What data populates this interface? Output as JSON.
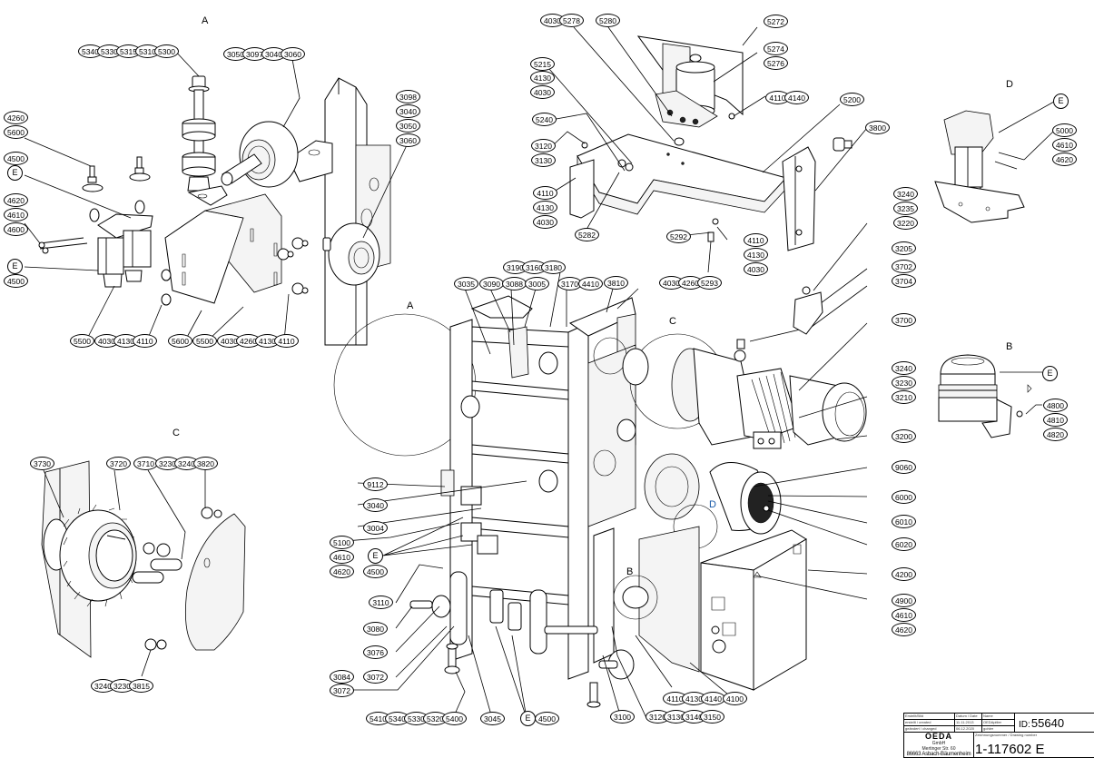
{
  "view_labels": {
    "a_top": "A",
    "a_main": "A",
    "b_right": "B",
    "b_main": "B",
    "c_left": "C",
    "c_main": "C",
    "d_right": "D",
    "d_main": "D"
  },
  "callouts": {
    "a_shaft": [
      "5340",
      "5330",
      "5315",
      "5310",
      "5300"
    ],
    "a_roller": [
      "3050",
      "3097",
      "3040",
      "3060"
    ],
    "a_left_stack": [
      "4260",
      "5600",
      "4500",
      "E",
      "4620",
      "4610",
      "4600",
      "E",
      "4500"
    ],
    "a_right_stack": [
      "3098",
      "3040",
      "3050",
      "3060"
    ],
    "a_bottom_1": [
      "5500",
      "4030",
      "4130",
      "4110"
    ],
    "a_bottom_2": [
      "5600",
      "5500",
      "4030",
      "4260",
      "4130",
      "4110"
    ],
    "top_lube": [
      "4030",
      "5278",
      "5280",
      "5272",
      "5274",
      "5276",
      "4110",
      "4140"
    ],
    "top_left_stack": [
      "5215",
      "4130",
      "4030",
      "5240",
      "3120",
      "3130",
      "4110",
      "4130",
      "4030",
      "5282"
    ],
    "top_bracket": [
      "5200",
      "3800",
      "5292",
      "4110",
      "4130",
      "4030"
    ],
    "top_bottom": [
      "4030",
      "4260",
      "5293"
    ],
    "d_view": [
      "E",
      "5000",
      "4610",
      "4620"
    ],
    "right_stack": [
      "3240",
      "3235",
      "3220",
      "3205",
      "3702",
      "3704",
      "3700",
      "3240",
      "3230",
      "3210",
      "3200"
    ],
    "b_view": [
      "E",
      "4800",
      "4810",
      "4820"
    ],
    "main_top": [
      "3190",
      "3160",
      "3180",
      "3035",
      "3090",
      "3088",
      "3005",
      "3170",
      "4410",
      "3810"
    ],
    "main_right": [
      "9060",
      "6000",
      "6010",
      "6020",
      "4200",
      "4900",
      "4610",
      "4620"
    ],
    "main_left": [
      "9112",
      "3040",
      "3004",
      "5100",
      "4610",
      "4620",
      "E",
      "4500",
      "3110",
      "3080",
      "3076",
      "3084",
      "3072",
      "3072"
    ],
    "main_bottom": [
      "5410",
      "5340",
      "5330",
      "5320",
      "5400",
      "3045",
      "E",
      "4500",
      "3100",
      "3120",
      "3130",
      "3140",
      "3150",
      "4110",
      "4130",
      "4140",
      "4100"
    ],
    "c_view": [
      "3730",
      "3720",
      "3710",
      "3230",
      "3240",
      "3820",
      "3240",
      "3230",
      "3815"
    ]
  },
  "title_block": {
    "rows": [
      [
        "Erstellt/Bild",
        "Datum / Date",
        "Name"
      ],
      [
        "erstellt / created",
        "11.11.2013",
        "OEDApitler"
      ],
      [
        "geändert / changed",
        "06.12.2020",
        "gohler"
      ]
    ],
    "id_label": "ID:",
    "id_value": "55640",
    "drawing_caption": "Zeichnungsnummer / Drawing number",
    "drawing_number": "1-117602 E",
    "company_logo": "OEDA",
    "company_form": "GmbH",
    "street": "Mertinger Str. 60",
    "city": "86663 Asbach-Bäumenheim"
  }
}
